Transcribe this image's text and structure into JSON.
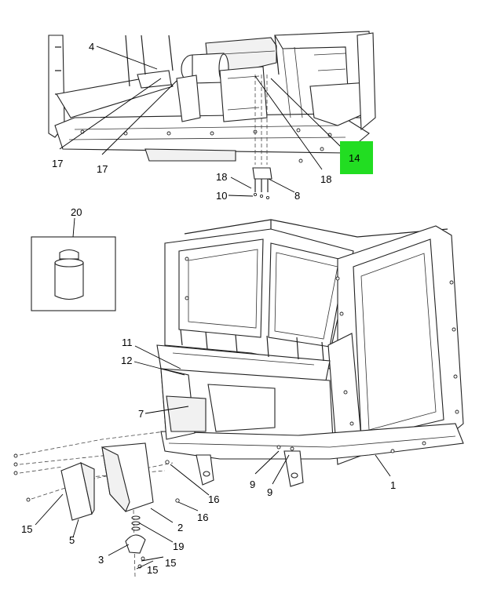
{
  "callouts": [
    {
      "id": "c4",
      "text": "4"
    },
    {
      "id": "c14",
      "text": "14"
    },
    {
      "id": "c17a",
      "text": "17"
    },
    {
      "id": "c17b",
      "text": "17"
    },
    {
      "id": "c18a",
      "text": "18"
    },
    {
      "id": "c18b",
      "text": "18"
    },
    {
      "id": "c10",
      "text": "10"
    },
    {
      "id": "c8",
      "text": "8"
    },
    {
      "id": "c20",
      "text": "20"
    },
    {
      "id": "c11",
      "text": "11"
    },
    {
      "id": "c12",
      "text": "12"
    },
    {
      "id": "c7",
      "text": "7"
    },
    {
      "id": "c16a",
      "text": "16"
    },
    {
      "id": "c16b",
      "text": "16"
    },
    {
      "id": "c2",
      "text": "2"
    },
    {
      "id": "c19",
      "text": "19"
    },
    {
      "id": "c3",
      "text": "3"
    },
    {
      "id": "c15a",
      "text": "15"
    },
    {
      "id": "c15b",
      "text": "15"
    },
    {
      "id": "c15c",
      "text": "15"
    },
    {
      "id": "c5",
      "text": "5"
    },
    {
      "id": "c9a",
      "text": "9"
    },
    {
      "id": "c9b",
      "text": "9"
    },
    {
      "id": "c1",
      "text": "1"
    }
  ],
  "highlight": {
    "callout": "c14",
    "color": "#22dd22"
  }
}
